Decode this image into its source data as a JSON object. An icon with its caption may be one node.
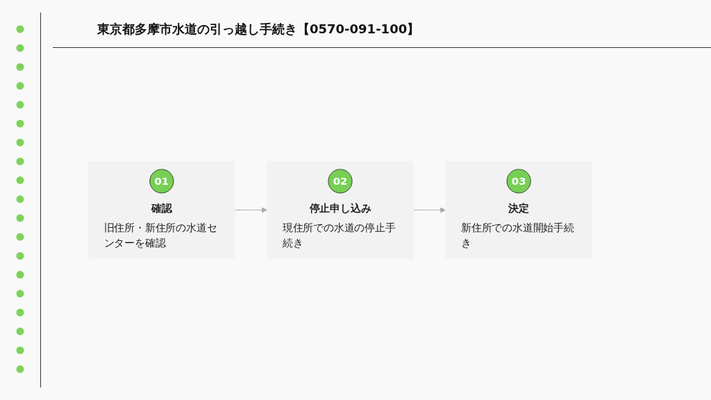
{
  "diagram": {
    "title": "東京都多摩市水道の引っ越し手続き【0570-091-100】",
    "nodes": [
      {
        "text": [
          "01",
          "確認",
          "旧住所・新住所の水道センターを確認"
        ]
      },
      {
        "text": [
          "02",
          "停止申し込み",
          "現住所での水道の停止手続き"
        ]
      },
      {
        "text": [
          "03",
          "決定",
          "新住所での水道開始手続き"
        ]
      }
    ],
    "edges": [
      {
        "from": 0,
        "to": 1,
        "arrow": "to"
      },
      {
        "from": 1,
        "to": 2,
        "arrow": "to"
      }
    ]
  }
}
